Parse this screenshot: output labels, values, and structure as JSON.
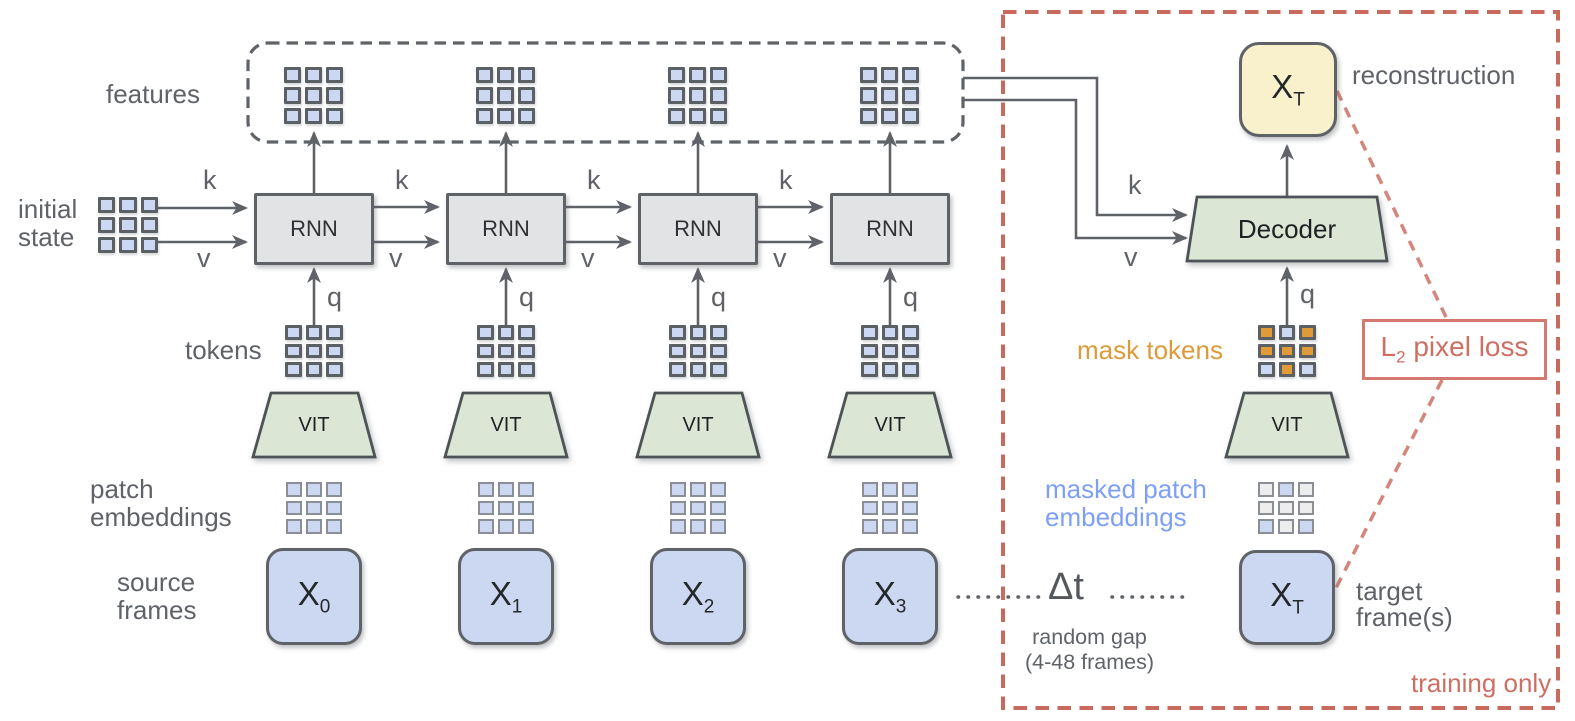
{
  "labels": {
    "features": "features",
    "initial_state_line1": "initial",
    "initial_state_line2": "state",
    "tokens": "tokens",
    "patch_line1": "patch",
    "patch_line2": "embeddings",
    "source_line1": "source",
    "source_line2": "frames",
    "rnn": "RNN",
    "vit": "VIT",
    "decoder": "Decoder",
    "k": "k",
    "v": "v",
    "q": "q",
    "delta_t": "Δt",
    "random_gap_line1": "random gap",
    "random_gap_line2": "(4-48 frames)",
    "mask_tokens": "mask tokens",
    "masked_patch_line1": "masked patch",
    "masked_patch_line2": "embeddings",
    "reconstruction": "reconstruction",
    "target_line1": "target",
    "target_line2": "frame(s)",
    "training_only": "training only",
    "loss_base": "L",
    "loss_sub": "2",
    "loss_rest": " pixel loss",
    "x_base": "X"
  },
  "frames": [
    {
      "base": "X",
      "sub": "0"
    },
    {
      "base": "X",
      "sub": "1"
    },
    {
      "base": "X",
      "sub": "2"
    },
    {
      "base": "X",
      "sub": "3"
    }
  ],
  "target_frame": {
    "base": "X",
    "sub": "T"
  },
  "reconstruction_frame": {
    "base": "X",
    "sub": "T"
  },
  "grid_patterns": {
    "plain": [
      "b",
      "b",
      "b",
      "b",
      "b",
      "b",
      "b",
      "b",
      "b"
    ],
    "mask_tokens": [
      "o",
      "b",
      "o",
      "o",
      "o",
      "o",
      "b",
      "o",
      "b"
    ],
    "masked_patch": [
      "g",
      "b",
      "g",
      "g",
      "g",
      "g",
      "b",
      "g",
      "b"
    ]
  },
  "colors": {
    "gray_text": "#5f6368",
    "line": "#5f6368",
    "patch_blue": "#ccd7f1",
    "rnn_gray": "#e2e3e4",
    "vit_green": "#dbe7d4",
    "reconstruction_yellow": "#f9f0cc",
    "mask_orange": "#e09b38",
    "masked_gray": "#ededed",
    "training_box_salmon": "#c96a5e",
    "loss_salmon": "#cd6f63",
    "masked_label_blue": "#7d9ff7",
    "mask_label_orange": "#dd9a39"
  }
}
